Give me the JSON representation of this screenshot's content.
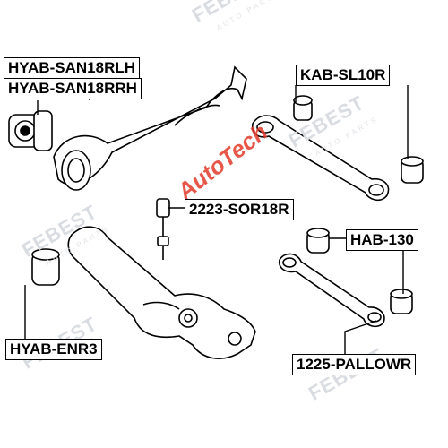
{
  "labels": {
    "san18rlh": "HYAB-SAN18RLH",
    "san18rrh": "HYAB-SAN18RRH",
    "kab_sl10r": "KAB-SL10R",
    "sor18r": "2223-SOR18R",
    "hab130": "HAB-130",
    "enr3": "HYAB-ENR3",
    "pallowr": "1225-PALLOWR"
  },
  "watermark": {
    "text": "FEBEST",
    "sub": "AUTO PARTS"
  },
  "brand_watermark": "AutoTech",
  "colors": {
    "line": "#000000",
    "watermark": "#d9dde2",
    "brand": "#e23a2a"
  }
}
